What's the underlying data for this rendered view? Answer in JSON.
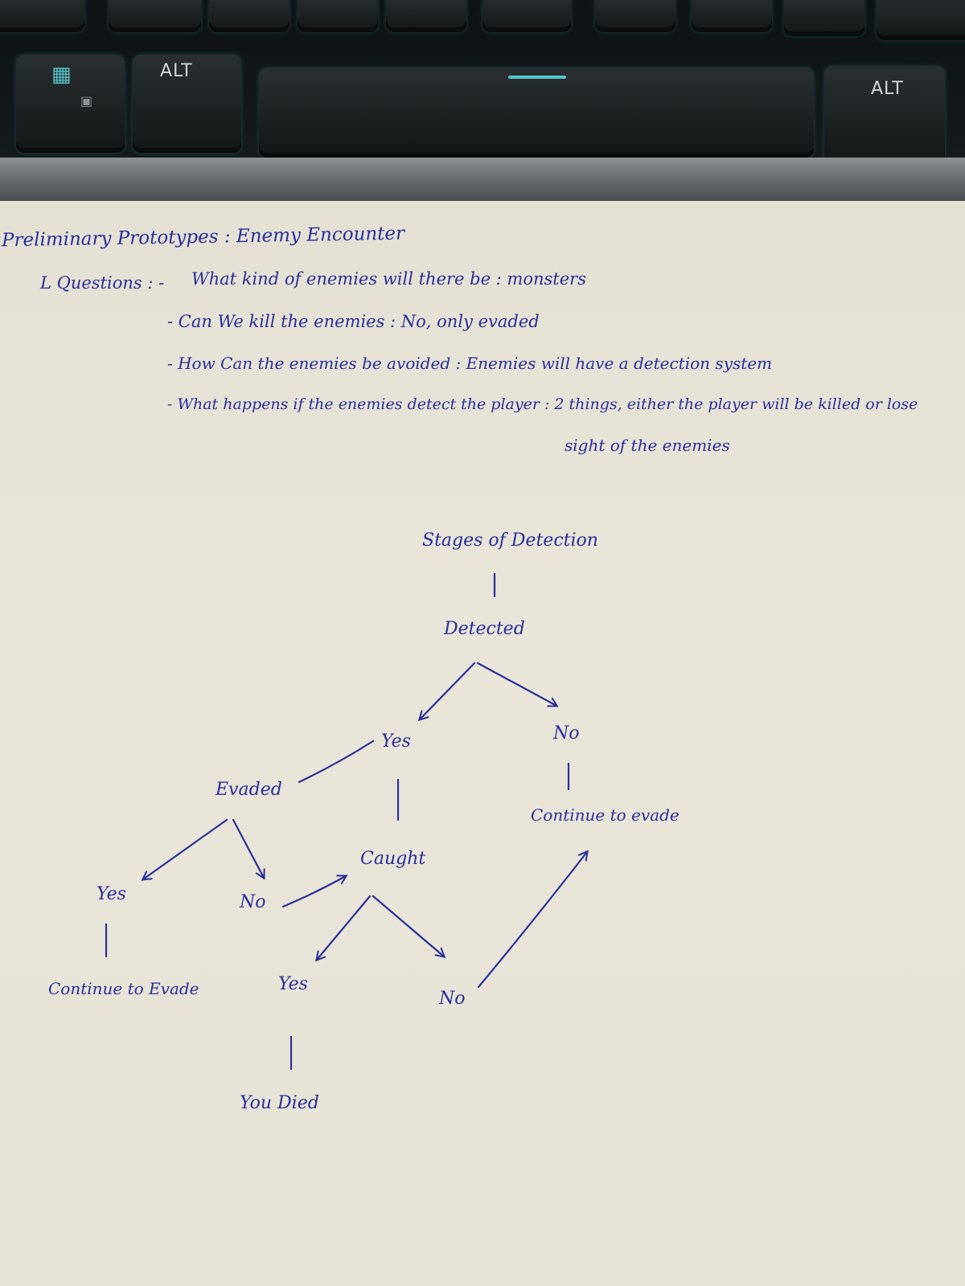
{
  "keyboard": {
    "alt_left": "ALT",
    "alt_right": "ALT"
  },
  "notes": {
    "title": "Preliminary Prototypes : Enemy Encounter",
    "questions_label": "L Questions : -",
    "q1": "What kind of enemies will there be : monsters",
    "q2": "- Can We kill the enemies : No, only evaded",
    "q3": "- How Can the enemies be avoided : Enemies will have a detection system",
    "q4": "- What happens if the enemies detect the player : 2 things, either the player will be killed or lose",
    "q4_cont": "sight of the enemies"
  },
  "diagram": {
    "root": "Stages of Detection",
    "detected": "Detected",
    "yes_detected": "Yes",
    "no_detected": "No",
    "continue_evade": "Continue to evade",
    "evaded": "Evaded",
    "caught": "Caught",
    "yes_evaded": "Yes",
    "no_evaded": "No",
    "continue_evade_2": "Continue to Evade",
    "yes_caught": "Yes",
    "no_caught": "No",
    "you_died": "You Died"
  },
  "colors": {
    "ink": "#27309a",
    "paper": "#e6e2d5",
    "key_glow": "#56c4cf"
  }
}
